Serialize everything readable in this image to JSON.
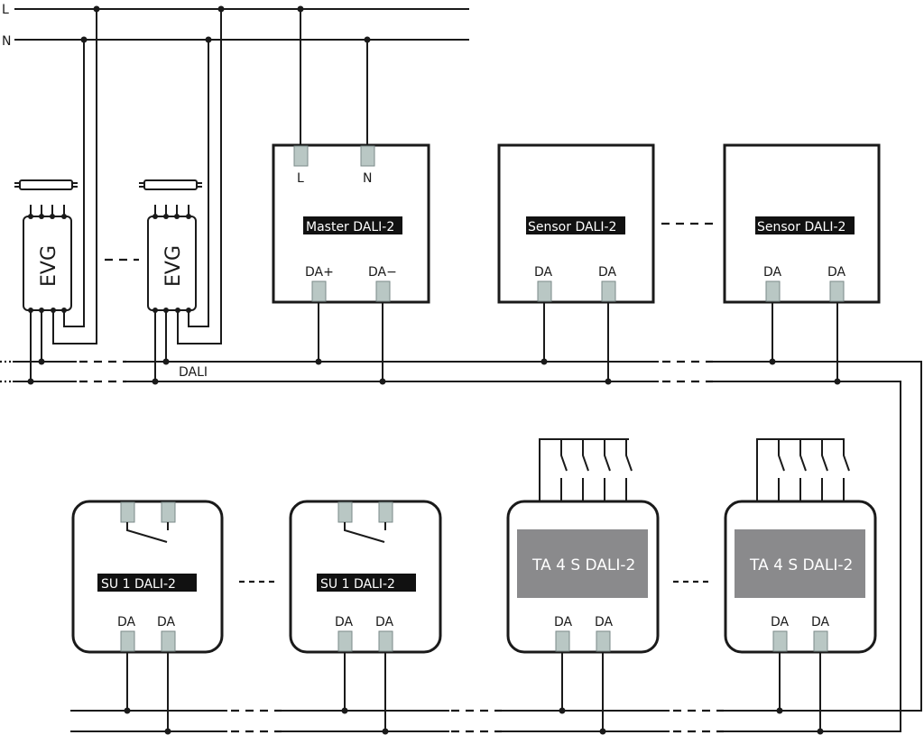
{
  "title": "DALI-2 wiring diagram",
  "supply": {
    "line_label": "L",
    "neutral_label": "N"
  },
  "bus": {
    "label": "DALI"
  },
  "ballasts": [
    {
      "label": "EVG"
    },
    {
      "label": "EVG"
    }
  ],
  "master": {
    "label": "Master DALI-2",
    "terminals": {
      "line": "L",
      "neutral": "N",
      "da_plus": "DA+",
      "da_minus": "DA−"
    }
  },
  "sensors": [
    {
      "label": "Sensor DALI-2",
      "terminals": [
        "DA",
        "DA"
      ]
    },
    {
      "label": "Sensor DALI-2",
      "terminals": [
        "DA",
        "DA"
      ]
    }
  ],
  "switch_units": [
    {
      "label": "SU 1 DALI-2",
      "terminals": [
        "DA",
        "DA"
      ]
    },
    {
      "label": "SU 1 DALI-2",
      "terminals": [
        "DA",
        "DA"
      ]
    }
  ],
  "push_button_interfaces": [
    {
      "label": "TA 4 S DALI-2",
      "terminals": [
        "DA",
        "DA"
      ],
      "inputs": 4
    },
    {
      "label": "TA 4 S DALI-2",
      "terminals": [
        "DA",
        "DA"
      ],
      "inputs": 4
    }
  ],
  "colors": {
    "line": "#1a1a1a",
    "terminal": "#b9c7c4",
    "label_bg": "#111111",
    "ta_panel": "#8a8a8c"
  }
}
